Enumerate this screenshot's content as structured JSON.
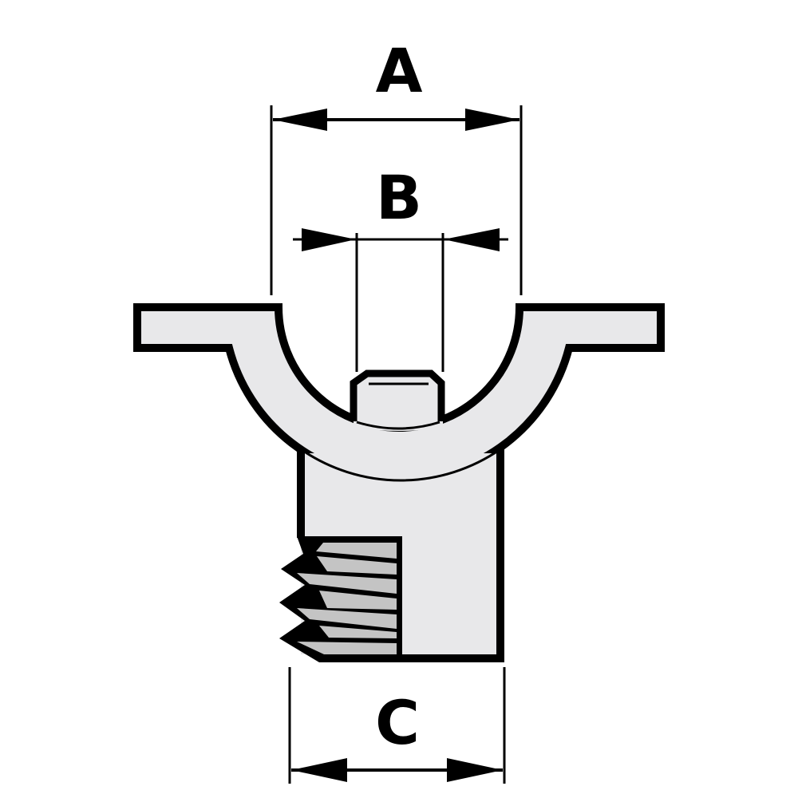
{
  "dimensions": {
    "a_label": "A",
    "b_label": "B",
    "c_label": "C"
  },
  "colors": {
    "outline": "#000000",
    "part_fill": "#e8e8ea",
    "thread_fill": "#c4c4c4"
  }
}
